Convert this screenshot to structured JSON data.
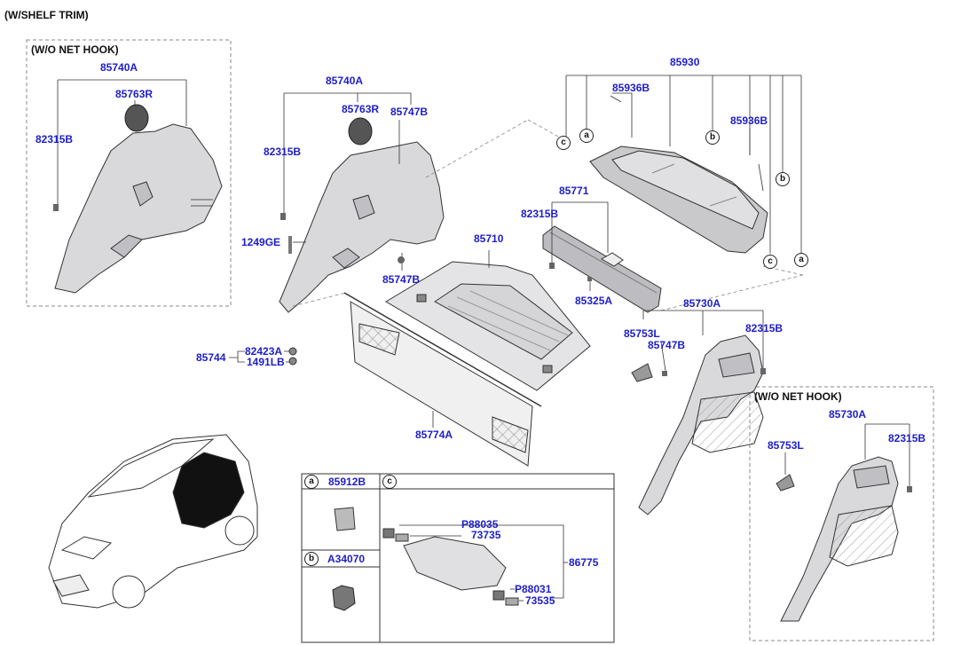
{
  "diagram": {
    "title": "(W/SHELF TRIM)",
    "left_panel": {
      "caption": "(W/O NET HOOK)",
      "labels": {
        "trim": "85740A",
        "cap": "85763R",
        "clip": "82315B"
      }
    },
    "left_trim": {
      "labels": {
        "trim": "85740A",
        "cap": "85763R",
        "clip2": "85747B",
        "clip": "82315B",
        "bolt": "1249GE",
        "plug": "85747B"
      }
    },
    "bottom_left": {
      "labels": {
        "assy": "85744",
        "washer": "82423A",
        "screw": "1491LB"
      }
    },
    "cargo": {
      "labels": {
        "floor": "85710",
        "net": "85774A"
      }
    },
    "shelf": {
      "labels": {
        "shelf": "85930",
        "bolt_a": "85936B",
        "bolt_b": "85936B"
      },
      "callouts": {
        "c1": "c",
        "a1": "a",
        "b1": "b",
        "b2": "b",
        "c2": "c",
        "a2": "a"
      }
    },
    "sill": {
      "labels": {
        "sill": "85771",
        "clip": "82315B",
        "screw": "85325A"
      }
    },
    "right_trim": {
      "labels": {
        "trim": "85730A",
        "cover": "85753L",
        "plug": "85747B",
        "clip": "82315B"
      }
    },
    "right_panel": {
      "caption": "(W/O NET HOOK)",
      "labels": {
        "trim": "85730A",
        "cover": "85753L",
        "clip": "82315B"
      }
    },
    "detail_table": {
      "a_letter": "a",
      "a_part": "85912B",
      "b_letter": "b",
      "b_part": "A34070",
      "c_letter": "c",
      "c_parts": {
        "p1": "P88035",
        "p2": "73735",
        "p3": "86775",
        "p4": "P88031",
        "p5": "73535"
      }
    }
  }
}
